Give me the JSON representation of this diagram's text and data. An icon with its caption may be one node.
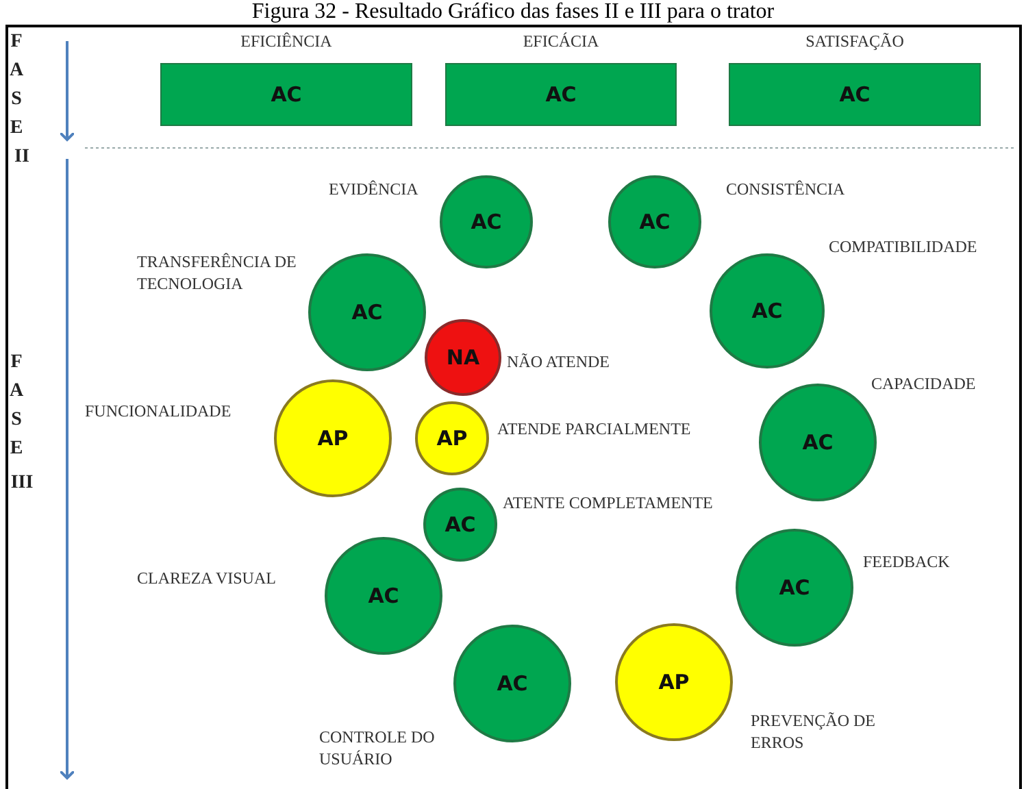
{
  "diagram": {
    "title": "Figura 32 - Resultado Gráfico das fases II e III para o trator",
    "nodes": [
      {
        "text": [
          "EFICIÊNCIA",
          "AC"
        ]
      },
      {
        "text": [
          "EFICÁCIA",
          "AC"
        ]
      },
      {
        "text": [
          "SATISFAÇÃO",
          "AC"
        ]
      },
      {
        "text": [
          "AC"
        ],
        "beside": [
          "EVIDÊNCIA"
        ]
      },
      {
        "text": [
          "AC"
        ],
        "beside": [
          "CONSISTÊNCIA"
        ]
      },
      {
        "text": [
          "AC"
        ],
        "beside": [
          "TRANSFERÊNCIA DE TECNOLOGIA"
        ]
      },
      {
        "text": [
          "AC"
        ],
        "beside": [
          "COMPATIBILIDADE"
        ]
      },
      {
        "text": [
          "NA"
        ],
        "beside": [
          "NÃO ATENDE"
        ]
      },
      {
        "text": [
          "AP"
        ],
        "beside": [
          "FUNCIONALIDADE"
        ]
      },
      {
        "text": [
          "AP"
        ],
        "beside": [
          "ATENDE PARCIALMENTE"
        ]
      },
      {
        "text": [
          "AC"
        ],
        "beside": [
          "CAPACIDADE"
        ]
      },
      {
        "text": [
          "AC"
        ],
        "beside": [
          "ATENTE COMPLETAMENTE"
        ]
      },
      {
        "text": [
          "AC"
        ],
        "beside": [
          "CLAREZA VISUAL"
        ]
      },
      {
        "text": [
          "AC"
        ],
        "beside": [
          "FEEDBACK"
        ]
      },
      {
        "text": [
          "AC"
        ],
        "beside": [
          "CONTROLE DO USUÁRIO"
        ]
      },
      {
        "text": [
          "AP"
        ],
        "beside": [
          "PREVENÇÃO DE ERROS"
        ]
      }
    ],
    "labels": [
      "FASE",
      "II",
      "FASE",
      "III"
    ]
  }
}
